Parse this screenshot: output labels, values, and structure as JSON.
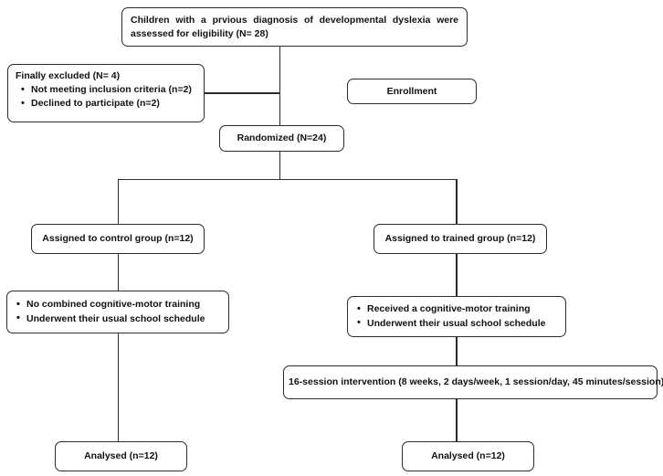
{
  "diagram": {
    "title": "CONSORT participant flow diagram",
    "stroke_color": "#2b2b2b",
    "text_color": "#111111",
    "background": "#ffffff"
  },
  "boxes": {
    "eligibility": {
      "line1": "Children with a prvious diagnosis of developmental dyslexia were",
      "line2": "assessed for eligibility (N= 28)"
    },
    "excluded": {
      "heading": "Finally excluded (N= 4)",
      "bullets": [
        "Not meeting inclusion criteria (n=2)",
        "Declined to participate (n=2)"
      ]
    },
    "enrollment": {
      "label": "Enrollment"
    },
    "randomized": {
      "label": "Randomized (N=24)"
    },
    "control_assigned": {
      "label": "Assigned to control group (n=12)"
    },
    "trained_assigned": {
      "label": "Assigned to trained group (n=12)"
    },
    "control_detail": {
      "bullets": [
        "No combined cognitive-motor training",
        "Underwent  their usual school schedule"
      ]
    },
    "trained_detail": {
      "bullets": [
        "Received a cognitive-motor training",
        "Underwent  their usual school schedule"
      ]
    },
    "intervention": {
      "label": "16-session intervention (8 weeks, 2 days/week, 1 session/day, 45 minutes/session)"
    },
    "control_analysed": {
      "label": "Analysed (n=12)"
    },
    "trained_analysed": {
      "label": "Analysed (n=12)"
    }
  }
}
